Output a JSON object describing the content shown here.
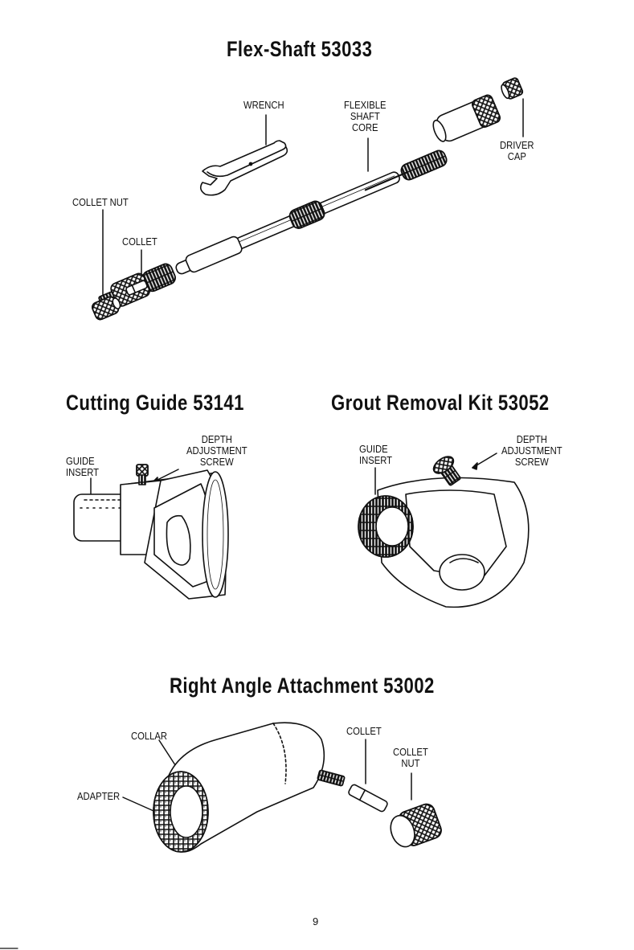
{
  "titles": {
    "flex_shaft": "Flex-Shaft 53033",
    "cutting_guide": "Cutting Guide 53141",
    "grout_kit": "Grout Removal Kit 53052",
    "right_angle": "Right Angle Attachment 53002"
  },
  "flex_labels": {
    "wrench": "WRENCH",
    "flexible_1": "FLEXIBLE",
    "flexible_2": "SHAFT",
    "flexible_3": "CORE",
    "driver_1": "DRIVER",
    "driver_2": "CAP",
    "collet_nut": "COLLET NUT",
    "collet": "COLLET"
  },
  "cutting_labels": {
    "guide_1": "GUIDE",
    "guide_2": "INSERT",
    "depth_1": "DEPTH",
    "depth_2": "ADJUSTMENT",
    "depth_3": "SCREW"
  },
  "grout_labels": {
    "guide_1": "GUIDE",
    "guide_2": "INSERT",
    "depth_1": "DEPTH",
    "depth_2": "ADJUSTMENT",
    "depth_3": "SCREW"
  },
  "angle_labels": {
    "collar": "COLLAR",
    "adapter": "ADAPTER",
    "collet": "COLLET",
    "collet_nut_1": "COLLET",
    "collet_nut_2": "NUT"
  },
  "page_number": "9"
}
